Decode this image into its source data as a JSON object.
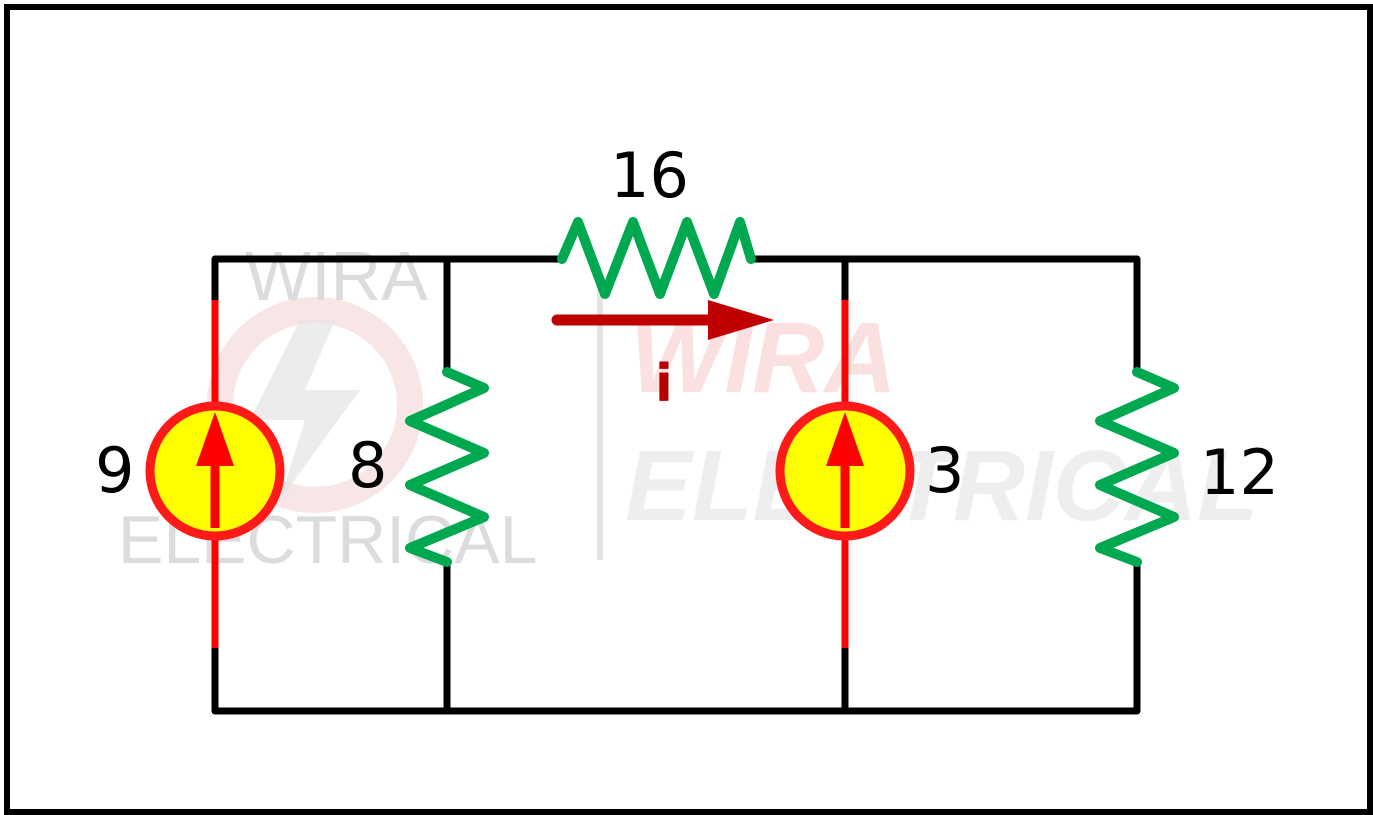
{
  "watermark": {
    "left_top": "WIRA",
    "left_bottom": "ELECTRICAL",
    "right_top": "WIRA",
    "right_bottom": "ELECTRICAL"
  },
  "components": {
    "source_left": {
      "label": "9",
      "direction": "up"
    },
    "resistor_left": {
      "label": "8"
    },
    "resistor_top": {
      "label": "16"
    },
    "source_right": {
      "label": "3",
      "direction": "up"
    },
    "resistor_right": {
      "label": "12"
    }
  },
  "current": {
    "label": "i",
    "direction": "right"
  },
  "colors": {
    "wire": "#000000",
    "source_wire": "#ff0000",
    "source_fill": "#ffff00",
    "resistor": "#00a850",
    "current_arrow": "#c00000",
    "watermark_left": "#d9d9d9",
    "watermark_right_top": "#fadcdc",
    "watermark_right_bottom": "#ececec"
  }
}
